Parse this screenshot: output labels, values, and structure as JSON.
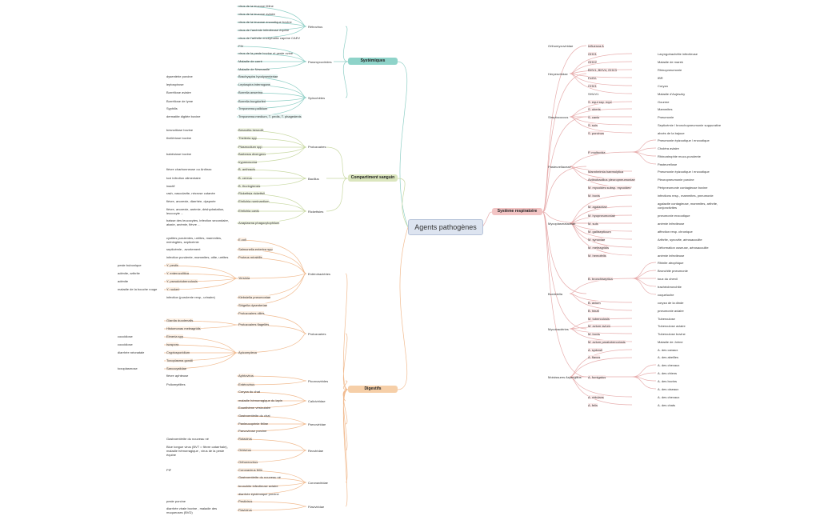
{
  "root": {
    "label": "Agents pathogènes"
  },
  "categories": {
    "systemiques": "Systémiques",
    "compartiment": "Compartiment sanguin",
    "digestifs": "Digestifs",
    "respiratoire": "Système respiratoire"
  },
  "colors": {
    "teal": "#8fcfc6",
    "green": "#c9d9a4",
    "orange": "#f1bb90",
    "red": "#e7aeae",
    "tealFill": "#8ed3c9",
    "greenFill": "#dbe6be",
    "orangeFill": "#f6cfa8",
    "redFill": "#f2c4c4",
    "tealLeaf": "#e5f3f1",
    "greenLeaf": "#f2f6e6",
    "orangeLeaf": "#fdf0e4",
    "redLeaf": "#fbeaea"
  },
  "sys": {
    "g1": "Rétrovirus",
    "g2": "Paramyxovirides",
    "g3": "Spirochètes",
    "l1": "virus de la leucose féline",
    "l2": "virus de la leucose aviaire",
    "l3": "virus de la leucose enzootique bovine",
    "l4": "virus de l'anémie infectieuse équine",
    "l5": "virus de l'arthrite encéphalite caprine CAEV",
    "l6": "FIV",
    "l7": "virus de la peste bovine et peste ovine",
    "l8": "Maladie de carré",
    "l9": "Maladie de Newcastle",
    "s1": "Brachyspira hyodysenteriae",
    "s2": "Leptospira interrogans",
    "s3": "Borrelia anserina",
    "s4": "Borrelia burgdorferi",
    "s5": "Treponema pallidum",
    "s6": "Treponema medium, T. pedis, T. phagedenis",
    "o1": "dysentérie porcine",
    "o2": "leptospirose",
    "o3": "Borréliose aviaire",
    "o4": "Borréliose de lyme",
    "o5": "Syphilis",
    "o6": "dermatite digitée bovine"
  },
  "comp": {
    "g1": "Protozoaires",
    "g2": "Bacillus",
    "g3": "Rickettsies",
    "l1": "Besnoitia besnoiti",
    "l2": "Theileria spp",
    "l3": "Plasmodium spp",
    "l4": "Barbesia divergens",
    "l5": "trypanosoma",
    "l6": "B. anthracis",
    "l7": "B. cereus",
    "l8": "B. thuringiensis",
    "l9": "Rickettsia rickettsii",
    "l10": "Ehrlichia ruminantium",
    "l11": "Ehrlichia canis",
    "l12": "Anaplasma phagocytophilum",
    "o1": "besnoitiose bovine",
    "o2": "theilériose bovine",
    "o3": "babésiose bovine",
    "o4": "fièvre charbonneuse ou Anthrax",
    "o5": "toxi infection alimentaire",
    "o6": "inactif",
    "o7": "rash, vascularite, nécrose cutanée",
    "o8": "fièvre, anorexie, diarrhée, dyspnée",
    "o9": "fièvre, anorexie, anémie, déshydratation, leucocyte ...",
    "o10": "baisse des leucocytes, infection secondaire, ataxie, anémie, fièvre ..."
  },
  "dig": {
    "g1": "Entérobactéries",
    "g2": "Protozoaires",
    "g3": "Picornavirides",
    "g4": "Caliciviridae",
    "g5": "Parvoviridae",
    "g6": "Reoviridae",
    "g7": "Coronaviridae",
    "g8": "Flaviviridae",
    "l1": "E.coli",
    "l2": "Salmonella enterica spp",
    "l3": "Proteus mirabilis",
    "l4": "Yersinia",
    "l5": "Klebsiella pneumoniae",
    "l6": "Shigella dysenteriae",
    "l7": "Protozoaires ciliés",
    "l8": "Protozoaires flagellés",
    "l9": "Apicomplexa",
    "l10": "Aphtovirus",
    "l11": "Entérovirus",
    "l12": "Coryza du chat",
    "l13": "maladie hémorragique du lapin",
    "l14": "Exanthème vésiculaire",
    "l15": "Gastroentérite du chat",
    "l16": "Panleucopénie féline",
    "l17": "Parvovirose porcine",
    "l18": "Rotavirus",
    "l19": "Orbivirus",
    "l20": "Orthoreovirus",
    "l21": "Coronavirus félin",
    "l22": "Gastroentérite du nouveau né",
    "l23": "bronchite infectieuse aviaire",
    "l24": "diarrhée épidémique porcine",
    "l25": "Pestivirus",
    "l26": "Flavivirus",
    "m1": "Giardia duodenalis",
    "m2": "Histomonas meleagridis",
    "m3": "Eimeria spp",
    "m4": "Isospora",
    "m5": "Cryptosporidium",
    "m6": "Toxoplasma gondii",
    "m7": "Sarcocystidae",
    "m8": "Y. pestis",
    "m9": "Y. enterocolitica",
    "m10": "Y. pseudotuberculosis",
    "m11": "Y. ruckeri",
    "o1": "cystites purulentes, uréites, mammites, méningites, septicémie",
    "o2": "septicémie , avortement",
    "o3": "infection purulente, mammites, otite, uréites",
    "o4": "infection (purulente resp., urinaire)",
    "o5": "fièvre aphteuse",
    "o6": "Poliomyélites",
    "o7": "Gastroentérite du nouveau né",
    "o8": "Blue tongue virus (BVT = fièvre catarrhale), maladie hémorragique , virus de la peste équine",
    "o9": "PIF",
    "o10": "peste porcine",
    "o11": "diarrhée virale bovine , maladie des muqueuses (BVD)",
    "p1": "peste bubonique",
    "p2": "adénite, arthrite",
    "p3": "adénite",
    "p4": "maladie de la bouche rouge",
    "p5": "coccidiose",
    "p6": "coccidiose",
    "p7": "diarrhée néonatale",
    "p8": "toxoplasmose"
  },
  "resp": {
    "g1": "Orthomyxoviridae",
    "g2": "Herpesviridae",
    "g3": "Streptococcus",
    "g4": "Pasteurellaceae",
    "g5": "Mycoplasmataceae",
    "g6": "Bordetella",
    "g7": "Mycobactéries",
    "g8": "Moisissures Aspergillus",
    "l1": "Influenza A",
    "l2": "GHV1",
    "l3": "GHV2",
    "l4": "BHV1, BHV4, EHV3",
    "l5": "OHV1",
    "l6": "FeHV",
    "l7": "CHV1",
    "l8": "SHUV1",
    "l9": "S. equi ssp. equi",
    "l10": "S. uberis",
    "l11": "S. canis",
    "l12": "S. suis",
    "l13": "S. porcinus",
    "l14": "P. multocida",
    "l15": "Mannheimia haemolytica",
    "l16": "Actinobacillus pleuropneumoniae",
    "l17": "M. mycoides subsp. mycoides",
    "l18": "M. bovis",
    "l19": "M. agalactiae",
    "l20": "M. hyopneumoniae",
    "l21": "M. suis",
    "l22": "M. gallisepticum",
    "l23": "M. synoviae",
    "l24": "M. meleagridis",
    "l25": "M. hemofelis",
    "l26": "B. bronchiseptica",
    "l27": "B. avium",
    "l28": "B. hinzii",
    "l29": "M. tuberculosis",
    "l30": "M. avium avium",
    "l31": "M. bovis",
    "l32": "M. avium paratuberculosis",
    "l33": "A. sydowii",
    "l34": "A. flavus",
    "l35": "A. fumigatus",
    "l36": "A. nidulans",
    "l37": "A. felis",
    "o1": "Laryngotrachéite infectieuse",
    "o2": "Maladie de marek",
    "o3": "Rhinopneumonie",
    "o4": "IBR",
    "o5": "Coryza",
    "o6": "Maladie d'Aujeszky",
    "o7": "Gourme",
    "o8": "Mammites",
    "o9": "Pneumonie",
    "o10": "Septicémie / bronchopneumonie suppurative",
    "o11": "abcès de la bajoue",
    "o12": "Pneumonie épizootique / enzootique",
    "o13": "Choléra aviaire",
    "o14": "Rhinoatrophie muco-purulente",
    "o15": "Pasteurellose",
    "o16": "Pneumonie épizootique / enzootique",
    "o17": "Pleuropneumonie porcine",
    "o18": "Péripneumonie contagieuse bovine",
    "o19": "infections resp., mammites, pneumonie",
    "o20": "agalactie contagieuse, mammites, arthrite, conjonctivites",
    "o21": "pneumonie enzootique",
    "o22": "anémie infectieuse",
    "o23": "affection resp. chronique",
    "o24": "Arthrite, synovite, aérosacculite",
    "o25": "Déformation osseuse, aérosacculite",
    "o26": "anémie infectieuse",
    "o27": "Rhinite atrophique",
    "o28": "Bronchite pneumonie",
    "o29": "toux du chenil",
    "o30": "trachéobronchite",
    "o31": "coqueluche",
    "o32": "coryza de la dinde",
    "o33": "pneumonie aviaire",
    "o34": "Tuberculose",
    "o35": "Tuberculose aviaire",
    "o36": "Tuberculose bovine",
    "o37": "Maladie de Johne",
    "o38": "A. des canaux",
    "o39": "A. des abeilles",
    "o40": "A. des chevaux",
    "o41": "A. des chiens",
    "o42": "A. des bovins",
    "o43": "A. des oiseaux",
    "o44": "A. des chevaux",
    "o45": "A. des chats"
  }
}
